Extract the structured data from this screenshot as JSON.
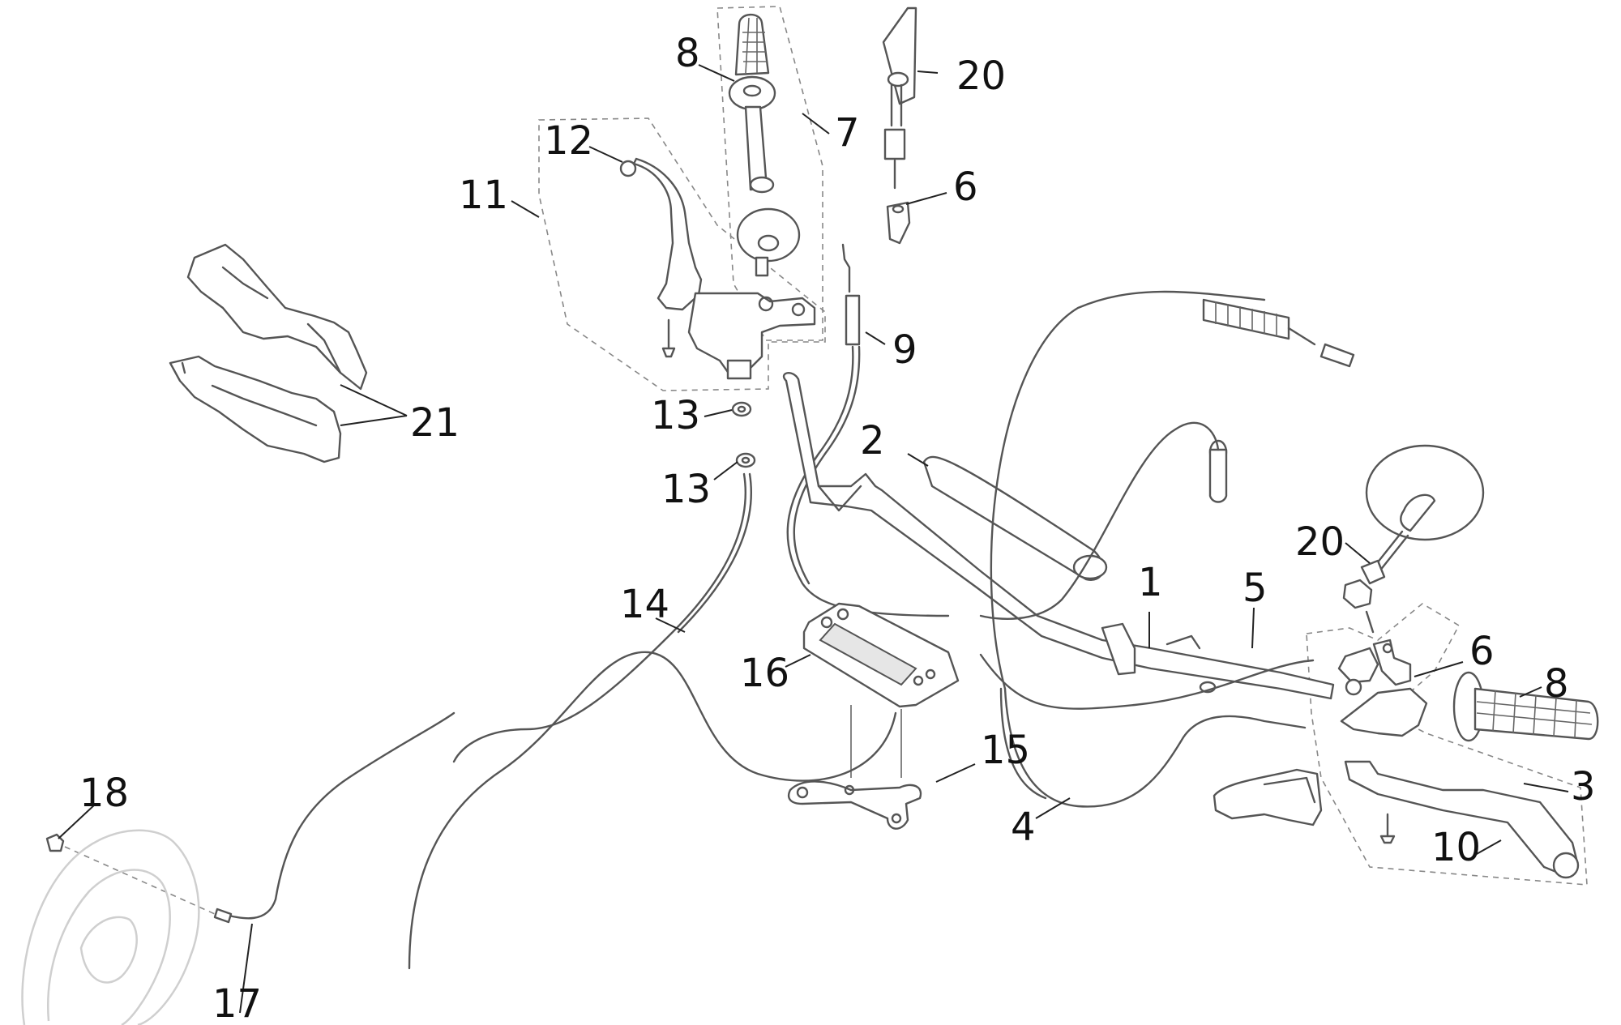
{
  "callouts": {
    "c1": "1",
    "c2": "2",
    "c3": "3",
    "c4": "4",
    "c5": "5",
    "c6a": "6",
    "c6b": "6",
    "c7": "7",
    "c8a": "8",
    "c8b": "8",
    "c9": "9",
    "c10": "10",
    "c11": "11",
    "c12": "12",
    "c13a": "13",
    "c13b": "13",
    "c14": "14",
    "c15": "15",
    "c16": "16",
    "c17": "17",
    "c18": "18",
    "c20a": "20",
    "c20b": "20",
    "c21": "21"
  }
}
